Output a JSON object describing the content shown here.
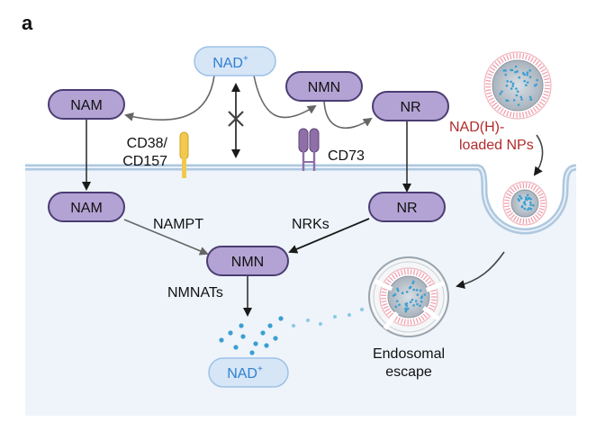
{
  "panel_label": "a",
  "nodes": {
    "nad_top": {
      "name": "NAD",
      "sup": "+"
    },
    "nam_out": "NAM",
    "nmn_out": "NMN",
    "nr_out": "NR",
    "nam_in": "NAM",
    "nr_in": "NR",
    "nmn_in": "NMN",
    "nad_bottom": {
      "name": "NAD",
      "sup": "+"
    }
  },
  "labels": {
    "cd38_line1": "CD38/",
    "cd38_line2": "CD157",
    "cd73": "CD73",
    "nampt": "NAMPT",
    "nrks": "NRKs",
    "nmnats": "NMNATs",
    "np_line1": "NAD(H)-",
    "np_line2": "loaded NPs",
    "escape_line1": "Endosomal",
    "escape_line2": "escape"
  },
  "colors": {
    "node_fill": "#b3a3d4",
    "node_stroke": "#4b3d73",
    "nad_fill": "#d6e6f7",
    "nad_stroke": "#9ec1e6",
    "nad_text": "#2f7fcf",
    "cell_fill": "#eef4fa",
    "membrane": "#aec8df",
    "np_label": "#b22b2b",
    "arrow_gray": "#666666",
    "arrow_dark": "#1a1a1a",
    "enzyme_yellow": "#f2c94c",
    "enzyme_purple": "#8e6fa8",
    "dot_blue": "#3a9fd1"
  }
}
